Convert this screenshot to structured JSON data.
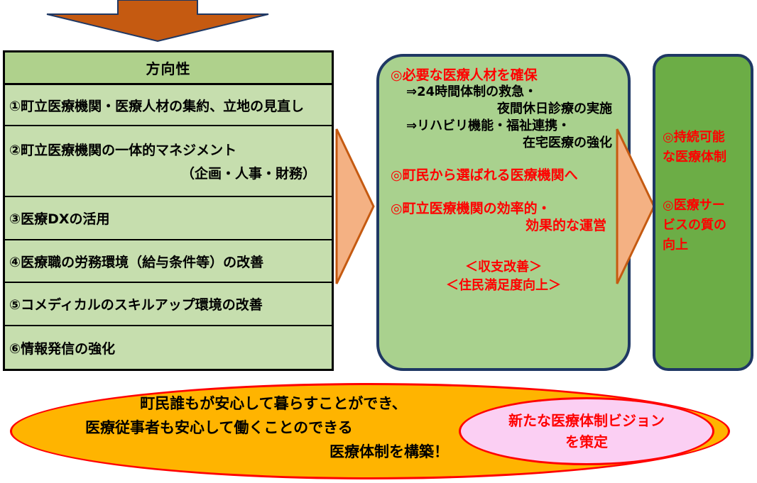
{
  "colors": {
    "table_header_green": "#AFD18C",
    "table_body_green": "#C6DEAE",
    "middle_box_green": "#A9D18E",
    "right_box_green": "#6CAD46",
    "box_border_navy": "#1F3864",
    "arrow_orange_dark": "#C55A11",
    "arrow_orange_light": "#F4B183",
    "ellipse_orange": "#FFB400",
    "ellipse_pink": "#FBCFF3",
    "red_text": "#FF0000",
    "black_text": "#000000"
  },
  "top_arrow": {
    "icon": "down-arrow-icon",
    "direction": "down"
  },
  "directions_table": {
    "header": "方向性",
    "rows": [
      {
        "line1": "①町立医療機関・医療人材の集約、立地の見直し",
        "line2": ""
      },
      {
        "line1": "②町立医療機関の一体的マネジメント",
        "line2": "（企画・人事・財務）"
      },
      {
        "line1": "③医療DXの活用",
        "line2": ""
      },
      {
        "line1": "④医療職の労務環境（給与条件等）の改善",
        "line2": ""
      },
      {
        "line1": "⑤コメディカルのスキルアップ環境の改善",
        "line2": ""
      },
      {
        "line1": "⑥情報発信の強化",
        "line2": ""
      }
    ]
  },
  "arrow_table_to_goals": {
    "icon": "right-chevron-icon"
  },
  "arrow_goals_to_outcome": {
    "icon": "right-chevron-icon"
  },
  "goals_box": {
    "item1_head": "◎必要な医療人材を確保",
    "item1_sub1": "⇒24時間体制の救急・",
    "item1_sub2": "夜間休日診療の実施",
    "item1_sub3": "⇒リハビリ機能・福祉連携・",
    "item1_sub4": "在宅医療の強化",
    "item2_head": "◎町民から選ばれる医療機関へ",
    "item3_head": "◎町立医療機関の効率的・",
    "item3_sub1": "効果的な運営",
    "footer1": "＜収支改善＞",
    "footer2": "＜住民満足度向上＞"
  },
  "outcome_box": {
    "item1_line1": "◎持続可能",
    "item1_line2": "な医療体制",
    "item2_line1": "◎医療サー",
    "item2_line2": "ビスの質の",
    "item2_line3": "向上"
  },
  "vision_ellipse": {
    "line1": "町民誰もが安心して暮らすことができ、",
    "line2": "医療従事者も安心して働くことのできる",
    "line3": "医療体制を構築！"
  },
  "plan_ellipse": {
    "line1": "新たな医療体制ビジョン",
    "line2": "を策定"
  }
}
